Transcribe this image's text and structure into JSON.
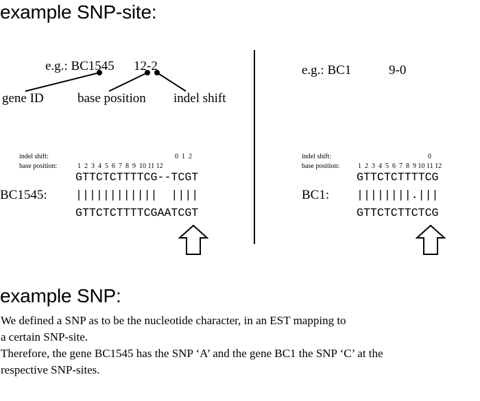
{
  "site_heading": "example SNP-site:",
  "left": {
    "example": "e.g.: BC1545",
    "example_pos": "12-2",
    "labels": {
      "gene_id": "gene ID",
      "base_position": "base position",
      "indel_shift": "indel shift"
    },
    "indel_shift_row_label": "indel shift:",
    "indel_shift_digits": "0  1  2",
    "base_position_row_label": "base position:",
    "base_position_digits": "1  2  3  4  5  6  7  8  9  10 11 12",
    "seq_top": "GTTCTCTTTTCG--TCGT",
    "match_line": "||||||||||||  ||||",
    "seq_bottom": "GTTCTCTTTTCGAATCGT",
    "gene_label": "BC1545:"
  },
  "right": {
    "example": "e.g.: BC1",
    "example_pos": "9-0",
    "indel_shift_row_label": "indel shift:",
    "indel_shift_digits": "0",
    "base_position_row_label": "base position:",
    "base_position_digits": "1  2  3  4  5  6  7  8  9 10 11 12",
    "seq_top": "GTTCTCTTTTCG",
    "match_line": "||||||||.|||",
    "seq_bottom": "GTTCTCTTCTCG",
    "gene_label": "BC1:"
  },
  "snp_heading": "example SNP:",
  "paragraph": [
    "We defined a SNP as to be the nucleotide character, in an EST mapping to",
    "a certain SNP-site.",
    "Therefore, the gene BC1545 has the SNP ‘A’ and the gene BC1 the SNP ‘C’ at the",
    "respective SNP-sites."
  ]
}
